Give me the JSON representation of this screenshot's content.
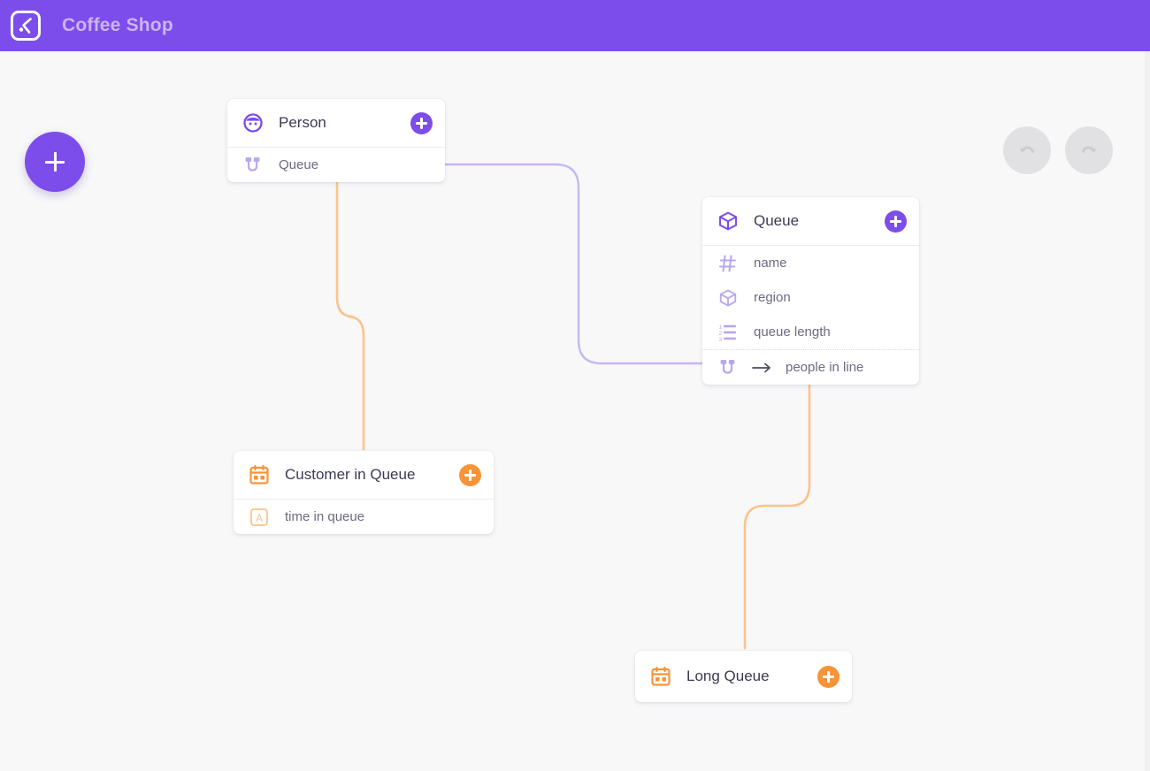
{
  "header": {
    "app_title": "Coffee Shop",
    "logo_icon": "kipo-k-logo-icon"
  },
  "toolbar": {
    "add_label": "+",
    "add_icon": "plus-icon",
    "undo_icon": "undo-arrow-icon",
    "redo_icon": "redo-arrow-icon"
  },
  "colors": {
    "brand_purple": "#7c4dea",
    "accent_orange": "#f89338",
    "edge_purple": "#c6b7f2",
    "edge_orange": "#fbc38a",
    "canvas_bg": "#f8f8f9",
    "card_bg": "#ffffff",
    "title_text": "#3b3a54",
    "field_text": "#6c6b80"
  },
  "cards": [
    {
      "id": "person",
      "title": "Person",
      "icon": "person-face-icon",
      "accent": "purple",
      "add_icon": "plus-icon",
      "fields": [
        {
          "label": "Queue",
          "icon": "relation-icon",
          "relation": false
        }
      ]
    },
    {
      "id": "queue",
      "title": "Queue",
      "icon": "cube-icon",
      "accent": "purple",
      "add_icon": "plus-icon",
      "fields": [
        {
          "label": "name",
          "icon": "hash-icon",
          "relation": false
        },
        {
          "label": "region",
          "icon": "cube-icon",
          "relation": false
        },
        {
          "label": "queue length",
          "icon": "ordered-list-icon",
          "relation": false
        },
        {
          "label": "people in line",
          "icon": "relation-icon",
          "relation": true,
          "arrow_icon": "arrow-right-icon"
        }
      ]
    },
    {
      "id": "customer-in-queue",
      "title": "Customer in Queue",
      "icon": "calendar-event-icon",
      "accent": "orange",
      "add_icon": "plus-icon",
      "fields": [
        {
          "label": "time in queue",
          "icon": "text-type-icon",
          "relation": false
        }
      ]
    },
    {
      "id": "long-queue",
      "title": "Long Queue",
      "icon": "calendar-event-icon",
      "accent": "orange",
      "add_icon": "plus-icon",
      "fields": []
    }
  ]
}
